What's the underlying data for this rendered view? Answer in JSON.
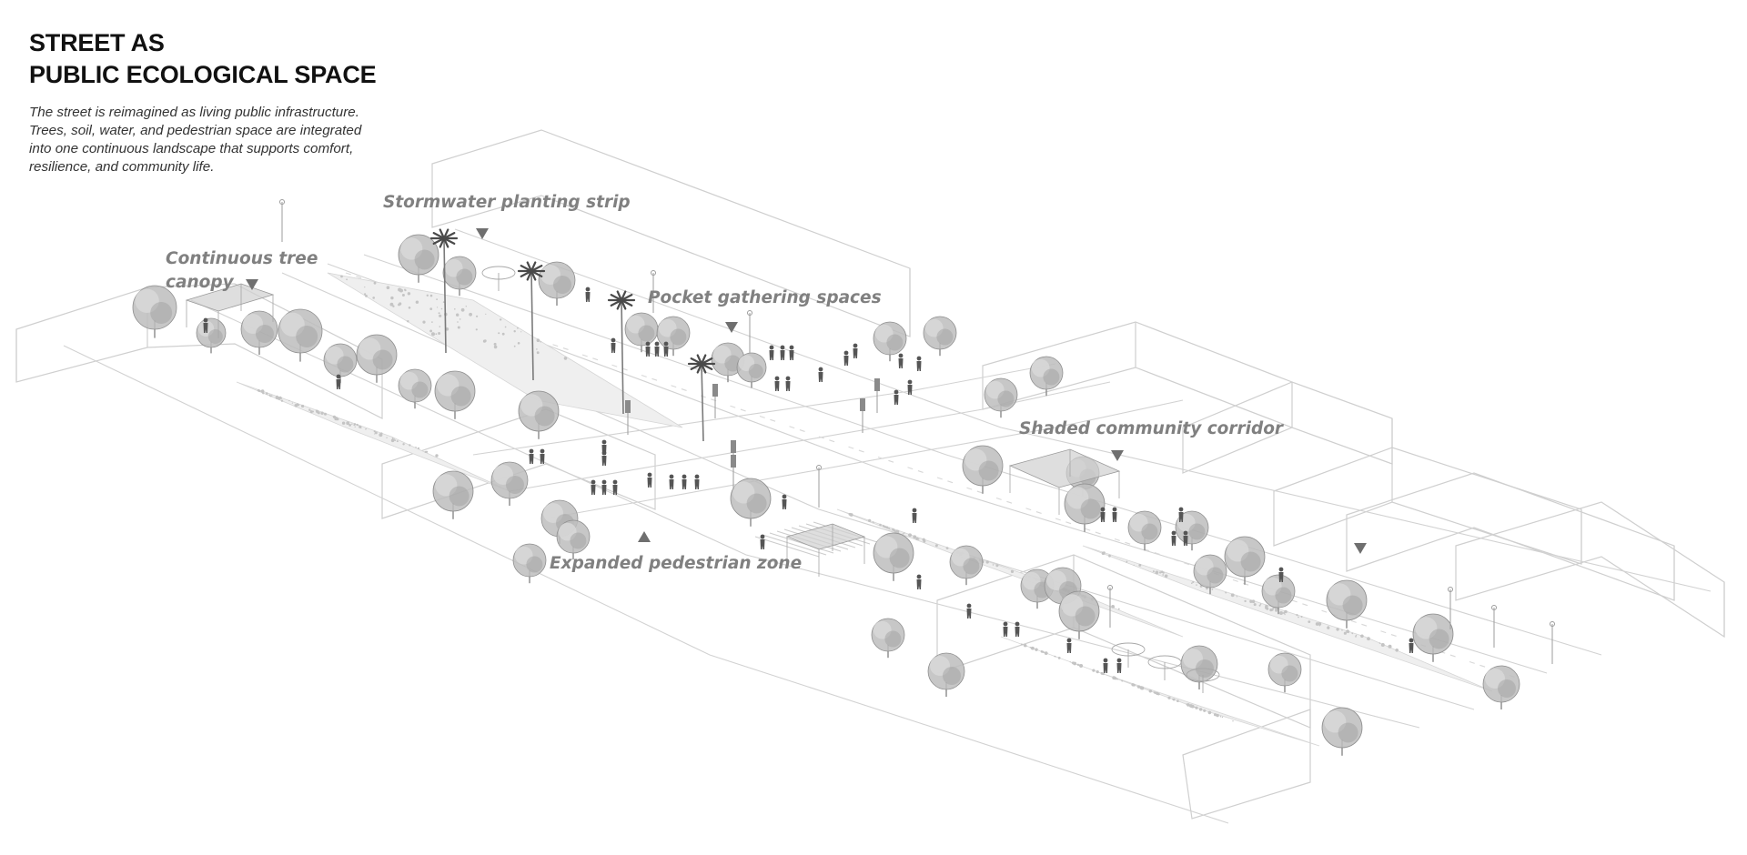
{
  "title": {
    "line1": "STREET AS",
    "line2": "PUBLIC ECOLOGICAL SPACE"
  },
  "description": "The street is reimagined as living public infrastructure. Trees, soil, water, and pedestrian space are integrated into one continuous landscape that supports comfort, resilience, and community life.",
  "annotations": {
    "canopy_line1": "Continuous tree",
    "canopy_line2": "canopy",
    "stormwater": "Stormwater planting strip",
    "pocket": "Pocket gathering spaces",
    "shaded": "Shaded community corridor",
    "expanded": "Expanded pedestrian zone"
  },
  "colors": {
    "title": "#111111",
    "body_text": "#333333",
    "annotation": "#808080",
    "marker": "#6f6f6f",
    "linework": "#c9c9c9",
    "foliage": "#bdbdbd",
    "figures": "#555555"
  }
}
